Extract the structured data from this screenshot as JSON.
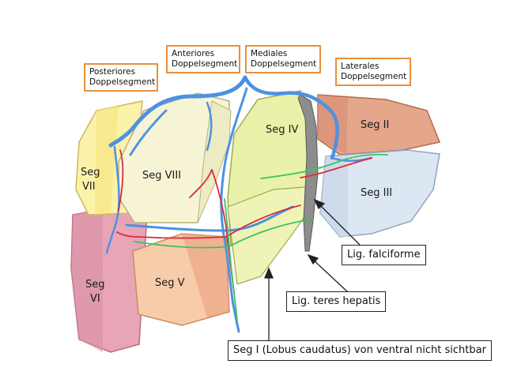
{
  "groups": {
    "posterior": [
      "Posteriores",
      "Doppelsegment"
    ],
    "anterior": [
      "Anteriores",
      "Doppelsegment"
    ],
    "medial": [
      "Mediales",
      "Doppelsegment"
    ],
    "lateral": [
      "Laterales",
      "Doppelsegment"
    ]
  },
  "segments": {
    "seg_vii": [
      "Seg",
      "VII"
    ],
    "seg_viii": "Seg VIII",
    "seg_iv": "Seg IV",
    "seg_ii": "Seg II",
    "seg_iii": "Seg III",
    "seg_vi": [
      "Seg",
      "VI"
    ],
    "seg_v": "Seg V"
  },
  "callouts": {
    "lig_falciforme": "Lig. falciforme",
    "lig_teres": "Lig. teres hepatis",
    "seg_i": "Seg I (Lobus caudatus) von ventral nicht sichtbar"
  },
  "colors": {
    "label_border": "#e8903a",
    "vein": "#4a8fe0",
    "artery": "#d8283a",
    "bile_duct": "#3cbf5a",
    "ligament": "#6d6d6d"
  }
}
